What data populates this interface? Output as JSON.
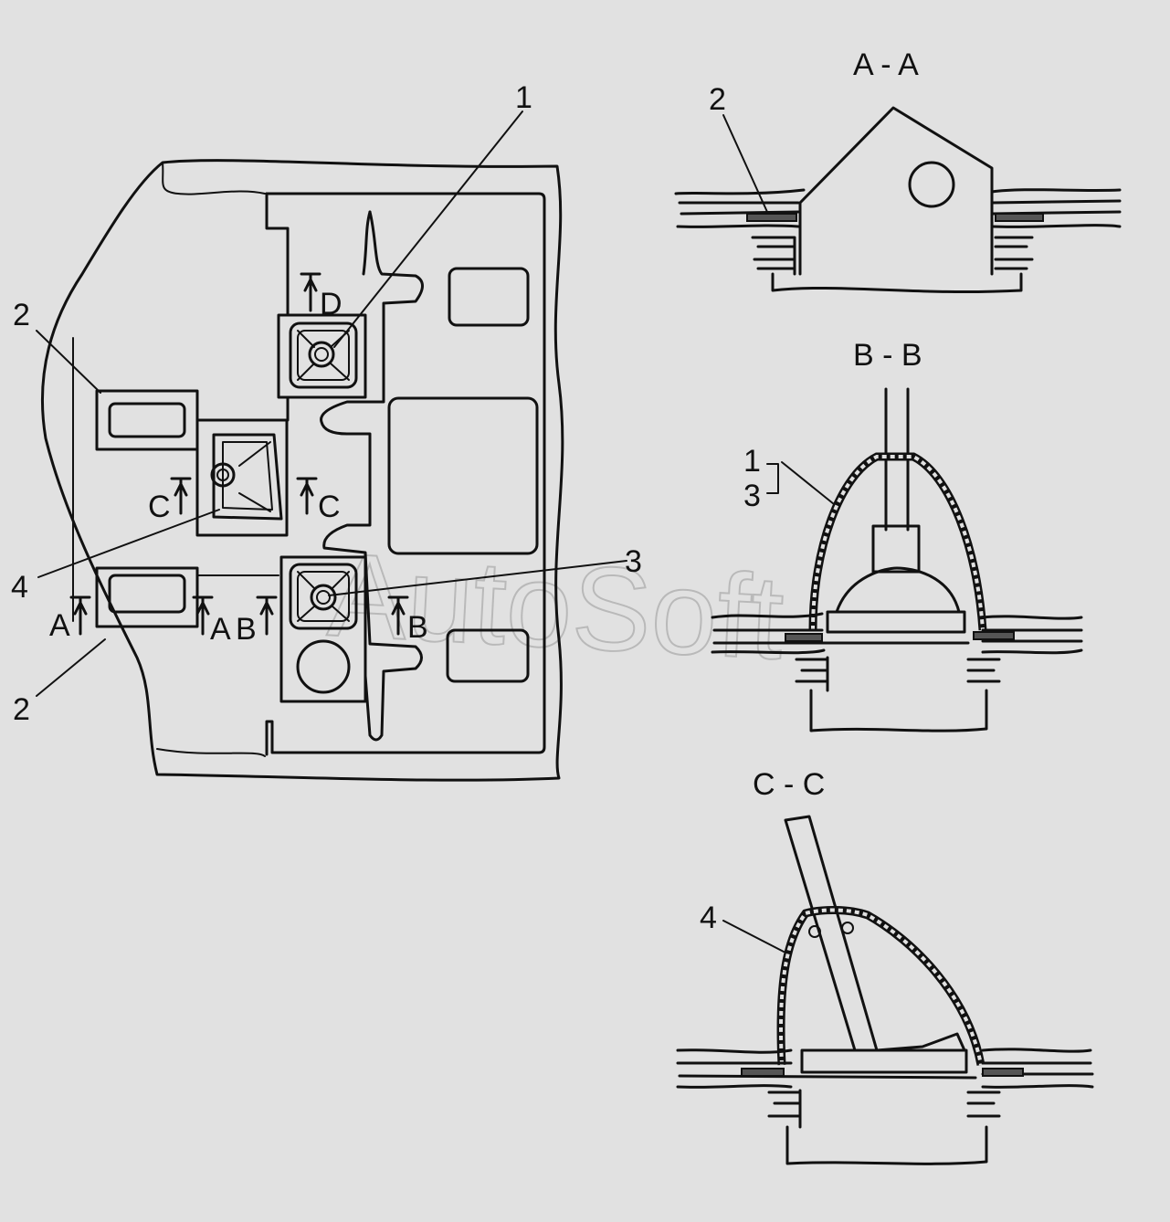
{
  "watermark": "AutoSoft",
  "plan": {
    "callouts": [
      "1",
      "2",
      "2",
      "3",
      "4"
    ],
    "section_marks": [
      "D",
      "C",
      "C",
      "A",
      "A",
      "B",
      "B"
    ]
  },
  "section_aa": {
    "title": "A - A",
    "callouts": [
      "2"
    ]
  },
  "section_bb": {
    "title": "B - B",
    "callouts": [
      "1",
      "3"
    ]
  },
  "section_cc": {
    "title": "C - C",
    "callouts": [
      "4"
    ]
  }
}
